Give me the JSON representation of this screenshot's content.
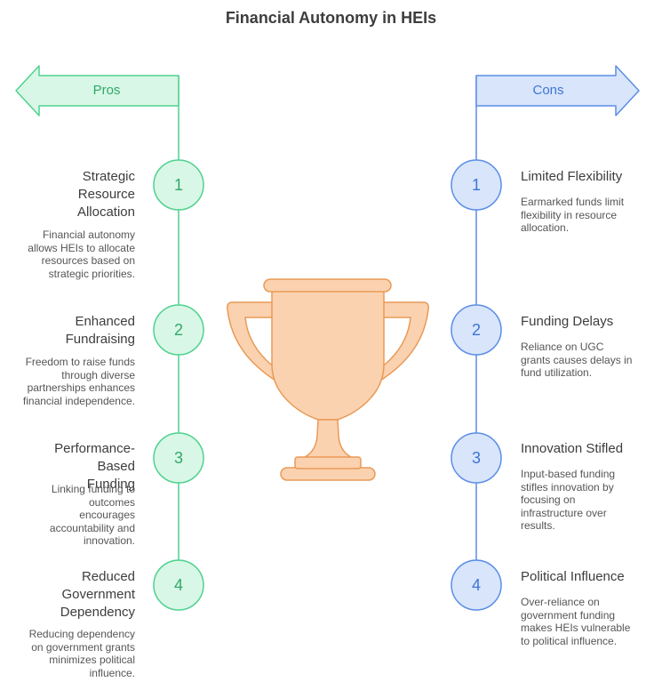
{
  "title": "Financial Autonomy in HEIs",
  "colors": {
    "pros_stroke": "#4fd28f",
    "pros_fill": "#d9f7e6",
    "pros_text": "#2fa96a",
    "cons_stroke": "#5b8ee6",
    "cons_fill": "#d8e5fb",
    "cons_text": "#3f74d6",
    "trophy_fill": "#fbd2b0",
    "trophy_stroke": "#e99a56"
  },
  "pros": {
    "label": "Pros",
    "items": [
      {
        "number": "1",
        "heading": "Strategic Resource Allocation",
        "description": "Financial autonomy allows HEIs to allocate resources based on strategic priorities."
      },
      {
        "number": "2",
        "heading": "Enhanced Fundraising",
        "description": "Freedom to raise funds through diverse partnerships enhances financial independence."
      },
      {
        "number": "3",
        "heading": "Performance-Based Funding",
        "description": "Linking funding to outcomes encourages accountability and innovation."
      },
      {
        "number": "4",
        "heading": "Reduced Government Dependency",
        "description": "Reducing dependency on government grants minimizes political influence."
      }
    ]
  },
  "cons": {
    "label": "Cons",
    "items": [
      {
        "number": "1",
        "heading": "Limited Flexibility",
        "description": "Earmarked funds limit flexibility in resource allocation."
      },
      {
        "number": "2",
        "heading": "Funding Delays",
        "description": "Reliance on UGC grants causes delays in fund utilization."
      },
      {
        "number": "3",
        "heading": "Innovation Stifled",
        "description": "Input-based funding stifles innovation by focusing on infrastructure over results."
      },
      {
        "number": "4",
        "heading": "Political Influence",
        "description": "Over-reliance on government funding makes HEIs vulnerable to political influence."
      }
    ]
  }
}
